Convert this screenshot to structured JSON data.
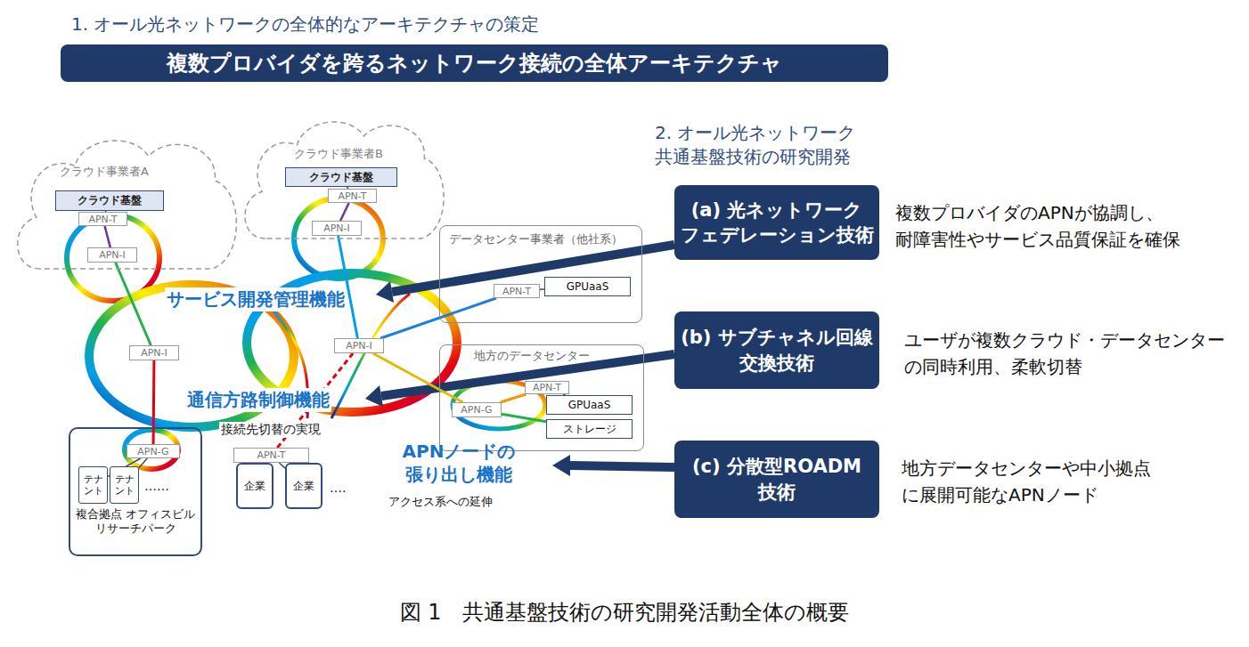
{
  "diagram": {
    "title": "1. オール光ネットワークの全体的なアーキテクチャの策定",
    "caption": "図 1　共通基盤技術の研究開発活動全体の概要",
    "nodes": [
      {
        "text": [
          "複数プロバイダを跨るネットワーク接続の全体アーキテクチャ"
        ]
      },
      {
        "text": [
          "クラウド事業者A"
        ]
      },
      {
        "text": [
          "クラウド基盤"
        ],
        "in": 1
      },
      {
        "text": [
          "APN-T"
        ],
        "in": 1
      },
      {
        "text": [
          "APN-I"
        ],
        "in": 1
      },
      {
        "text": [
          "クラウド事業者B"
        ]
      },
      {
        "text": [
          "クラウド基盤"
        ],
        "in": 5
      },
      {
        "text": [
          "APN-T"
        ],
        "in": 5
      },
      {
        "text": [
          "APN-I"
        ],
        "in": 5
      },
      {
        "text": [
          "データセンター事業者（他社系）"
        ]
      },
      {
        "text": [
          "APN-T"
        ],
        "in": 9
      },
      {
        "text": [
          "GPUaaS"
        ],
        "in": 9
      },
      {
        "text": [
          "地方のデータセンター"
        ]
      },
      {
        "text": [
          "APN-T"
        ],
        "in": 12
      },
      {
        "text": [
          "APN-G"
        ],
        "in": 12
      },
      {
        "text": [
          "GPUaaS"
        ],
        "in": 12
      },
      {
        "text": [
          "ストレージ"
        ],
        "in": 12
      },
      {
        "text": [
          "APN-I"
        ]
      },
      {
        "text": [
          "APN-I"
        ]
      },
      {
        "text": [
          "複合拠点 オフィスビル リサーチパーク"
        ]
      },
      {
        "text": [
          "APN-G"
        ],
        "in": 19
      },
      {
        "text": [
          "テナント"
        ],
        "in": 19
      },
      {
        "text": [
          "テナント"
        ],
        "in": 19
      },
      {
        "text": [
          "APN-T"
        ]
      },
      {
        "text": [
          "企業"
        ]
      },
      {
        "text": [
          "企業"
        ]
      },
      {
        "text": [
          "(a) 光ネットワーク フェデレーション技術"
        ]
      },
      {
        "text": [
          "(b) サブチャネル回線 交換技術"
        ]
      },
      {
        "text": [
          "(c) 分散型ROADM 技術"
        ]
      }
    ],
    "edges": [
      {
        "from": 2,
        "to": 3,
        "arrow": "none"
      },
      {
        "from": 3,
        "to": 4,
        "arrow": "none"
      },
      {
        "from": 6,
        "to": 7,
        "arrow": "none"
      },
      {
        "from": 7,
        "to": 8,
        "arrow": "none"
      },
      {
        "from": 4,
        "to": 17,
        "arrow": "none"
      },
      {
        "from": 8,
        "to": 18,
        "arrow": "none"
      },
      {
        "from": 10,
        "to": 11,
        "arrow": "none"
      },
      {
        "from": 10,
        "to": 18,
        "arrow": "none"
      },
      {
        "from": 14,
        "to": 13,
        "arrow": "none"
      },
      {
        "from": 13,
        "to": 15,
        "arrow": "none"
      },
      {
        "from": 14,
        "to": 16,
        "arrow": "none"
      },
      {
        "from": 14,
        "to": 18,
        "arrow": "none"
      },
      {
        "from": 20,
        "to": 17,
        "arrow": "none"
      },
      {
        "from": 20,
        "to": 21,
        "arrow": "none"
      },
      {
        "from": 20,
        "to": 22,
        "arrow": "none"
      },
      {
        "from": 23,
        "to": 18,
        "arrow": "none"
      },
      {
        "from": 23,
        "to": 24,
        "arrow": "none"
      },
      {
        "from": 23,
        "to": 25,
        "arrow": "none"
      }
    ],
    "labels": [
      "2. オール光ネットワーク 共通基盤技術の研究開発",
      "サービス開発管理機能",
      "通信方路制御機能",
      "接続先切替の実現",
      "APNノードの 張り出し機能",
      "アクセス系への延伸",
      "……",
      "….",
      "複数プロバイダのAPNが協調し、 耐障害性やサービス品質保証を確保",
      "ユーザが複数クラウド・データセンター の同時利用、柔軟切替",
      "地方データセンターや中小拠点 に展開可能なAPNノード"
    ]
  }
}
